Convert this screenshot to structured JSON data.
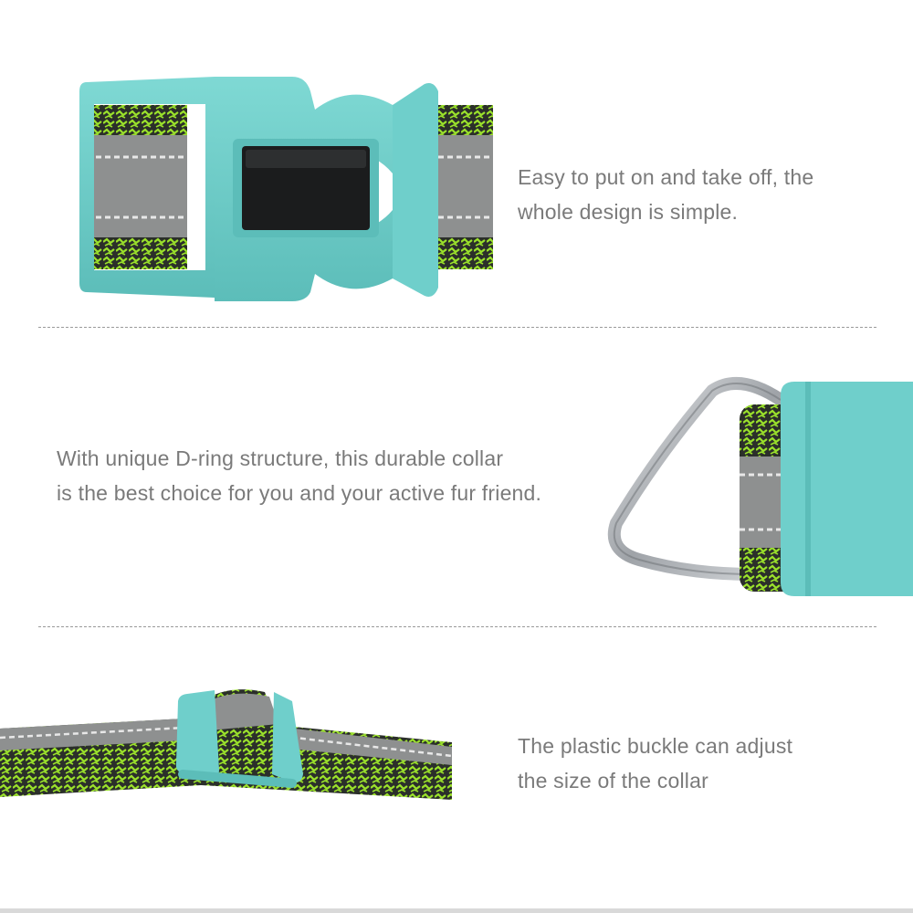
{
  "sections": [
    {
      "caption_lines": [
        "Easy to put on and take off, the",
        "whole design is simple."
      ],
      "image": "side-release-buckle"
    },
    {
      "caption_lines": [
        "With unique D-ring structure, this durable collar",
        "is the best choice for you and your active fur friend."
      ],
      "image": "d-ring"
    },
    {
      "caption_lines": [
        "The plastic buckle can adjust",
        "the size of the collar"
      ],
      "image": "slide-adjuster"
    }
  ],
  "colors": {
    "buckle": "#6fcfcb",
    "webbing_green": "#9be22b",
    "webbing_dark": "#2b2f2a",
    "reflective_strip": "#8e9090",
    "metal": "#b9bcc0",
    "caption_text": "#7a7a7a"
  }
}
